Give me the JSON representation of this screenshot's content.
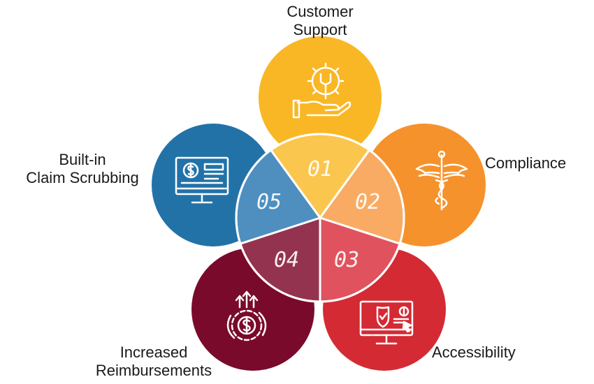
{
  "segments": [
    {
      "number": "01",
      "label_lines": [
        "Customer",
        "Support"
      ],
      "icon": "gear-wrench-hand-icon",
      "color": "#F9B725",
      "inner_color": "#FBC64E"
    },
    {
      "number": "02",
      "label_lines": [
        "Compliance"
      ],
      "icon": "caduceus-icon",
      "color": "#F6922C",
      "inner_color": "#F9AB63"
    },
    {
      "number": "03",
      "label_lines": [
        "Accessibility"
      ],
      "icon": "monitor-shield-icon",
      "color": "#D42A34",
      "inner_color": "#E0535E"
    },
    {
      "number": "04",
      "label_lines": [
        "Increased",
        "Reimbursements"
      ],
      "icon": "dollar-growth-icon",
      "color": "#7A0A2B",
      "inner_color": "#94334F"
    },
    {
      "number": "05",
      "label_lines": [
        "Built-in",
        "Claim Scrubbing"
      ],
      "icon": "monitor-dollar-icon",
      "color": "#2272A8",
      "inner_color": "#4E8FC0"
    }
  ]
}
